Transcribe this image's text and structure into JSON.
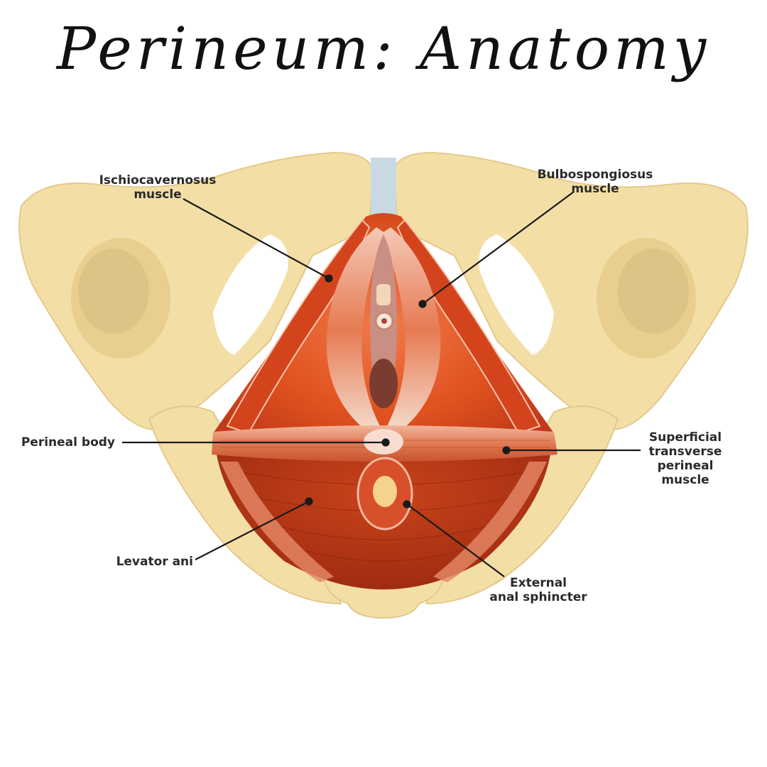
{
  "title": "Perineum: Anatomy",
  "labels": {
    "ischiocavernosus": "Ischiocavernosus\nmuscle",
    "bulbospongiosus": "Bulbospongiosus\nmuscle",
    "perineal_body": "Perineal body",
    "superficial_transverse": "Superficial\ntransverse\nperineal\nmuscle",
    "levator_ani": "Levator ani",
    "external_anal_sphincter": "External\nanal sphincter"
  },
  "colors": {
    "bone": "#f3dfa6",
    "bone_shadow": "#dcc486",
    "muscle": "#d9481f",
    "muscle_dark": "#a92d12",
    "leader": "#1a1a1a"
  }
}
